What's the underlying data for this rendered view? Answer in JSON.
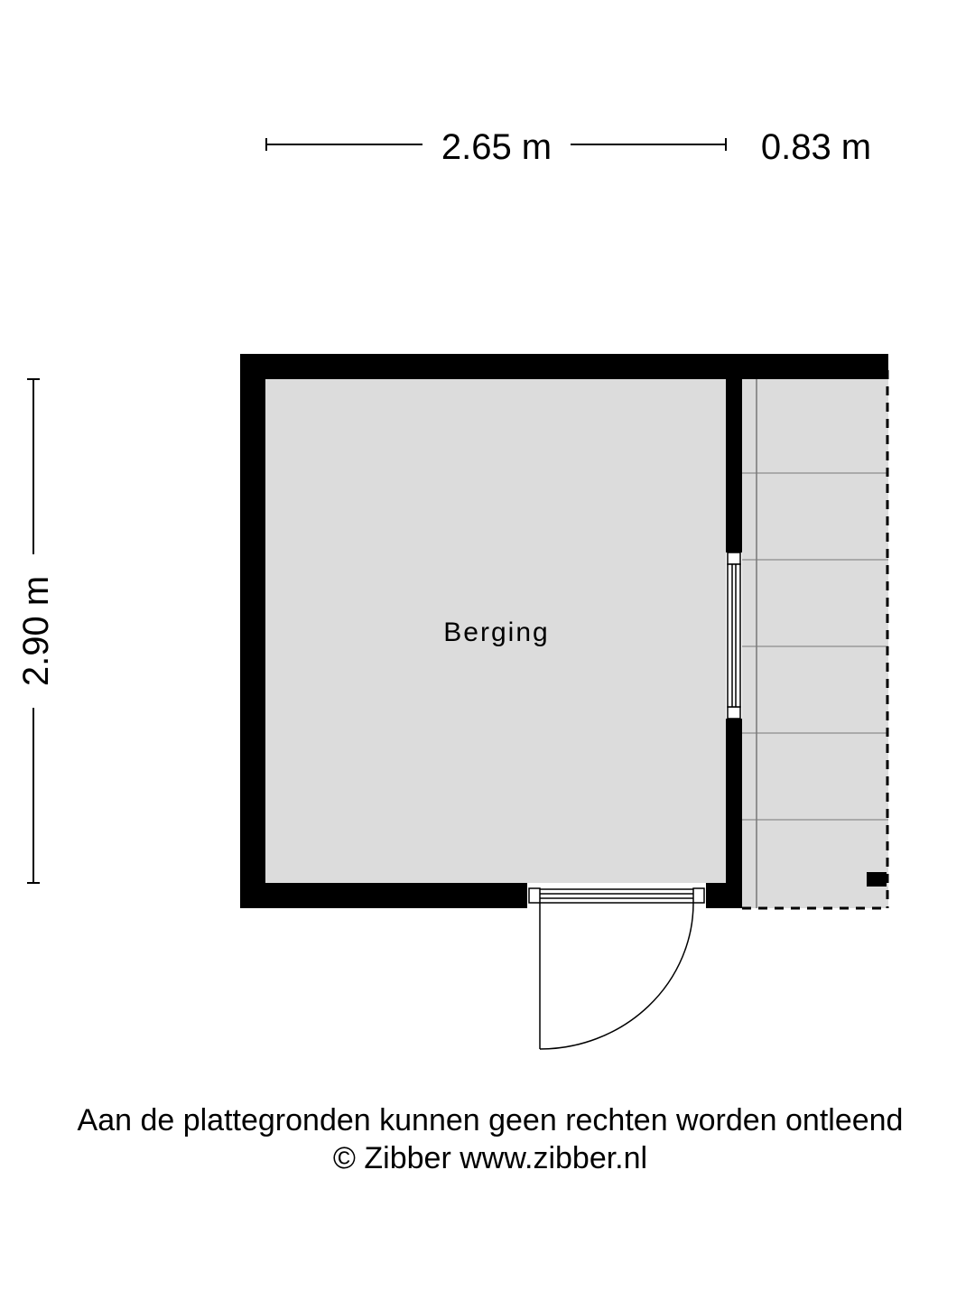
{
  "dimensions": {
    "width_main": "2.65 m",
    "width_extra": "0.83 m",
    "height": "2.90 m"
  },
  "rooms": [
    {
      "label": "Berging"
    }
  ],
  "footer": {
    "disclaimer": "Aan de plattegronden kunnen geen rechten worden ontleend",
    "copyright": "© Zibber www.zibber.nl"
  },
  "colors": {
    "wall": "#000000",
    "floor": "#dcdcdc",
    "tile_line": "#777777"
  }
}
